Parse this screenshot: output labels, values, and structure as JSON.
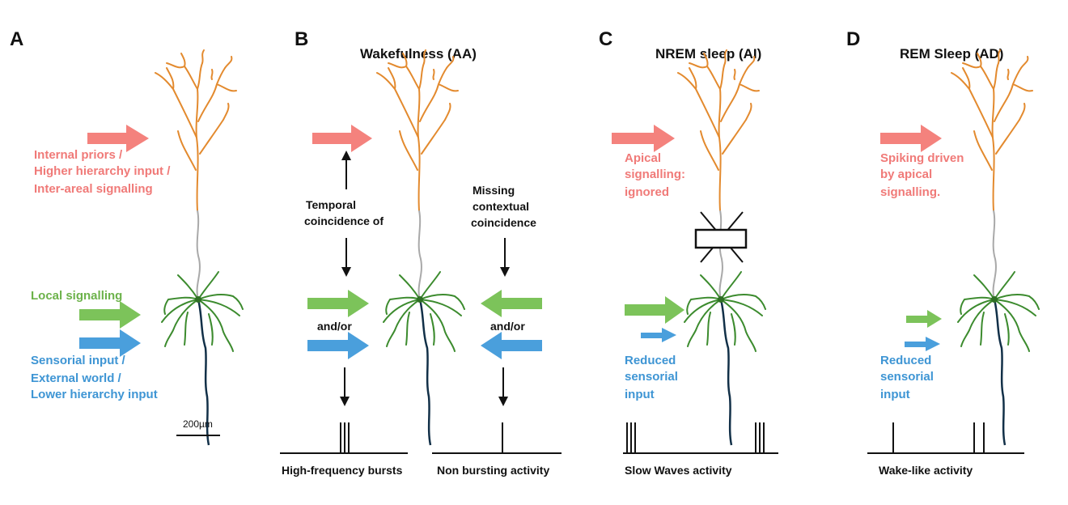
{
  "colors": {
    "apical_input": "#f4827d",
    "local_signalling": "#7cc35a",
    "sensory_input": "#4a9fdc",
    "apical_dendrite": "#e38a2e",
    "basal_dendrite": "#3c8b2e",
    "axon": "#123048",
    "trunk": "#a9a9a9"
  },
  "panels": {
    "A": {
      "label": "A",
      "apical_text": [
        "Internal priors /",
        "Higher hierarchy input /",
        "Inter-areal signalling"
      ],
      "local_text": "Local signalling",
      "sensory_text": [
        "Sensorial input /",
        "External world /",
        "Lower hierarchy input"
      ],
      "scale_bar": "200µm"
    },
    "B": {
      "label": "B",
      "title": "Wakefulness (AA)",
      "left_text": [
        "Temporal",
        "coincidence of"
      ],
      "right_text": [
        "Missing",
        "contextual",
        "coincidence"
      ],
      "and_or_left": "and/or",
      "and_or_right": "and/or",
      "caption_left": "High-frequency bursts",
      "caption_right": "Non bursting activity"
    },
    "C": {
      "label": "C",
      "title": "NREM sleep (AI)",
      "apical_text": [
        "Apical",
        "signalling:",
        "ignored"
      ],
      "sensory_text": [
        "Reduced",
        "sensorial",
        "input"
      ],
      "caption": "Slow Waves activity"
    },
    "D": {
      "label": "D",
      "title": "REM Sleep (AD)",
      "apical_text": [
        "Spiking driven",
        "by apical",
        "signalling."
      ],
      "sensory_text": [
        "Reduced",
        "sensorial",
        "input"
      ],
      "caption": "Wake-like activity"
    }
  }
}
